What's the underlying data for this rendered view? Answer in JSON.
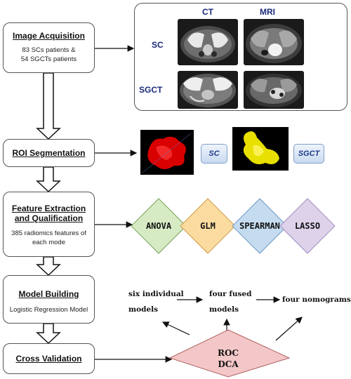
{
  "steps": {
    "acquisition": {
      "title": "Image Acquisition",
      "line1": "83 SCs patients &",
      "line2": "54 SGCTs patients"
    },
    "roi": {
      "title": "ROI Segmentation"
    },
    "feature": {
      "title_line1": "Feature Extraction",
      "title_line2": "and Qualification",
      "sub_line1": "385 radiomics features of",
      "sub_line2": "each mode"
    },
    "model": {
      "title": "Model Building",
      "sub": "Logistic Regression Model"
    },
    "cv": {
      "title": "Cross Validation"
    }
  },
  "imaging": {
    "col_ct": "CT",
    "col_mri": "MRI",
    "row_sc": "SC",
    "row_sgct": "SGCT"
  },
  "segmentation": {
    "sc_label": "SC",
    "sgct_label": "SGCT"
  },
  "methods": [
    "ANOVA",
    "GLM",
    "SPEARMAN",
    "LASSO"
  ],
  "models": {
    "individual_1": "six individual",
    "individual_2": "models",
    "fused_1": "four fused",
    "fused_2": "models",
    "nomograms": "four nomograms"
  },
  "evaluation": {
    "line1": "ROC",
    "line2": "DCA"
  },
  "colors": {
    "anova": "#d6ebc4",
    "glm": "#fbdba0",
    "spearman": "#c5dcf0",
    "lasso": "#ddd2ea",
    "roc": "#f3c7c7",
    "tumor_sc": "#d80000",
    "tumor_sgct": "#e8e000"
  }
}
